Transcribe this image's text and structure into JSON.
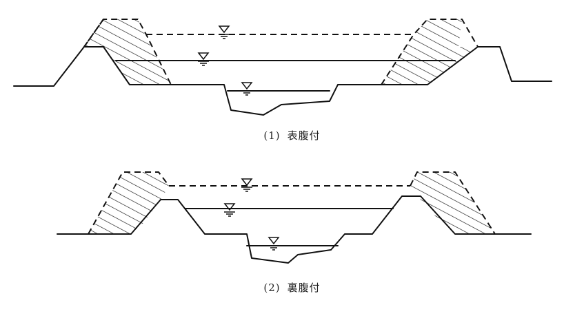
{
  "figures": [
    {
      "number": "(1)",
      "title": "表腹付"
    },
    {
      "number": "(2)",
      "title": "裏腹付"
    }
  ],
  "colors": {
    "line": "#111111",
    "background": "#ffffff"
  },
  "icons": [
    "water-level-icon"
  ]
}
